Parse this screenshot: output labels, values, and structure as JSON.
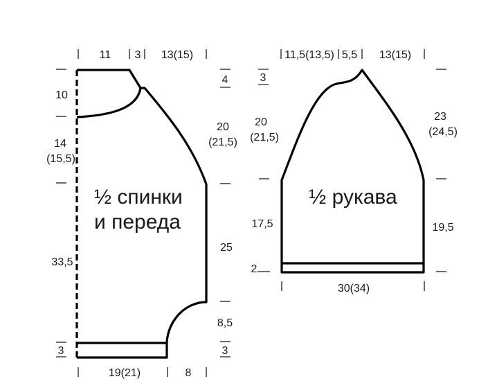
{
  "body_piece": {
    "title_line1": "½ спинки",
    "title_line2": "и переда",
    "top_widths": [
      "11",
      "3",
      "13(15)"
    ],
    "right_heights": [
      "4",
      "20",
      "(21,5)",
      "25",
      "8,5",
      "3"
    ],
    "left_heights": [
      "10",
      "14",
      "(15,5)",
      "33,5",
      "3"
    ],
    "bottom_widths": [
      "19(21)",
      "8"
    ]
  },
  "sleeve_piece": {
    "title": "½ рукава",
    "top_widths": [
      "11,5(13,5)",
      "5,5",
      "13(15)"
    ],
    "left_heights": [
      "3",
      "20",
      "(21,5)",
      "17,5",
      "2"
    ],
    "right_heights": [
      "23",
      "(24,5)",
      "19,5"
    ],
    "bottom_width": "30(34)"
  }
}
